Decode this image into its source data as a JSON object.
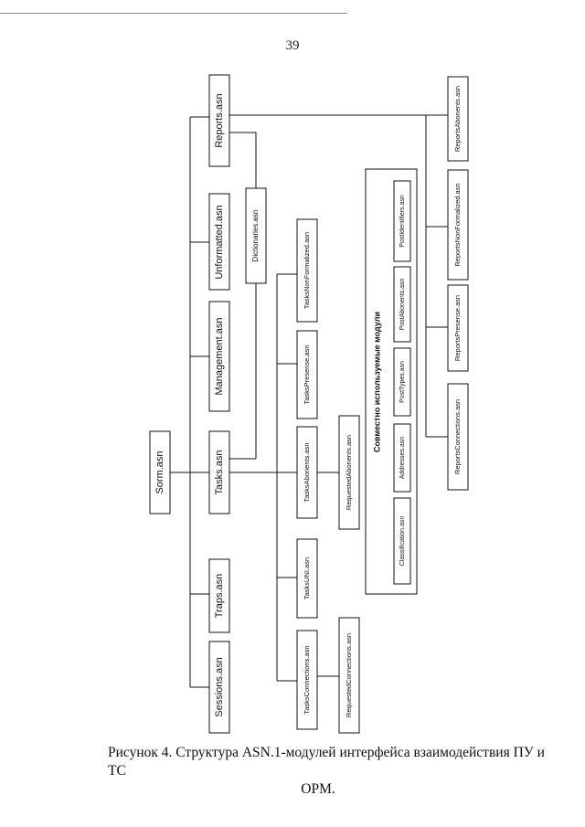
{
  "page": {
    "number": "39"
  },
  "modules": {
    "sorm": "Sorm.asn",
    "tasks": "Tasks.asn",
    "reports": "Reports.asn",
    "sessions": "Sessions.asn",
    "traps": "Traps.asn",
    "management": "Management.asn",
    "unformatted": "Unformatted.asn",
    "dictionaries": "Dictionaries.asn",
    "tasks_connections": "TasksConnections.asn",
    "tasks_uni": "TasksUNI.asn",
    "tasks_abonents": "TasksAbonents.asn",
    "tasks_presense": "TasksPresense.asn",
    "tasks_non_formalized": "TasksNonFormalized.asn",
    "requested_connections": "RequestedConnections.asn",
    "requested_abonents": "RequestedAbonents.asn",
    "reports_connections": "ReportsConnections.asn",
    "reports_presense": "ReportsPresense.asn",
    "reports_non_formalized": "ReportsNonFormalized.asn",
    "reports_abonents": "ReportsAbonents.asn"
  },
  "shared": {
    "title": "Совместно используемые модули",
    "items": [
      "Classification.asn",
      "Addresses.asn",
      "PostTypes.asn",
      "PostAbonents.asn",
      "PostIdentifiers.asn"
    ]
  },
  "caption": {
    "line1": "Рисунок 4. Структура ASN.1-модулей интерфейса взаимодействия ПУ и ТС",
    "line2": "ОРМ."
  }
}
